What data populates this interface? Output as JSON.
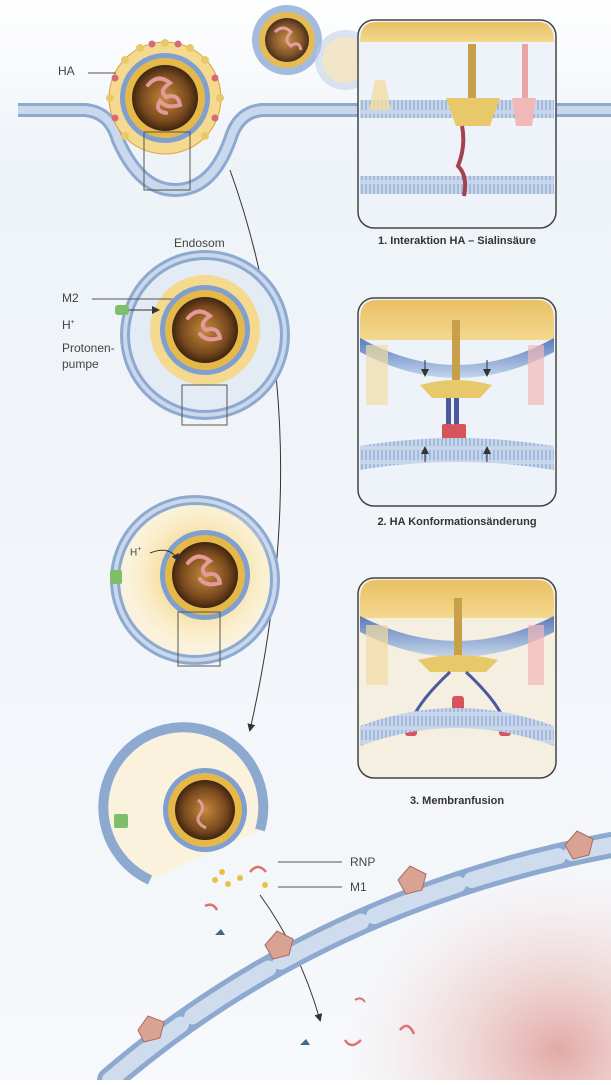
{
  "labels": {
    "ha": "HA",
    "endosom": "Endosom",
    "m2": "M2",
    "h_plus": "H",
    "h_plus_sup": "+",
    "protonenpumpe_line1": "Protonen-",
    "protonenpumpe_line2": "pumpe",
    "h_plus_inner": "H",
    "rnp": "RNP",
    "m1": "M1"
  },
  "panels": [
    {
      "caption": "1. Interaktion HA – Sialinsäure"
    },
    {
      "caption": "2. HA Konformationsänderung"
    },
    {
      "caption": "3. Membranfusion"
    }
  ],
  "colors": {
    "background_top": "#f2f5f9",
    "membrane_blue": "#9fb7d8",
    "membrane_dark": "#6f8fbf",
    "capsid_yellow": "#e6b84a",
    "ha_yellow": "#e8c96a",
    "rna_pink": "#e59a9a",
    "m2_red": "#d6555d",
    "pump_green": "#7fbf6a",
    "cytoplasm_red": "#e9c2c0",
    "caption_text": "#333333"
  }
}
